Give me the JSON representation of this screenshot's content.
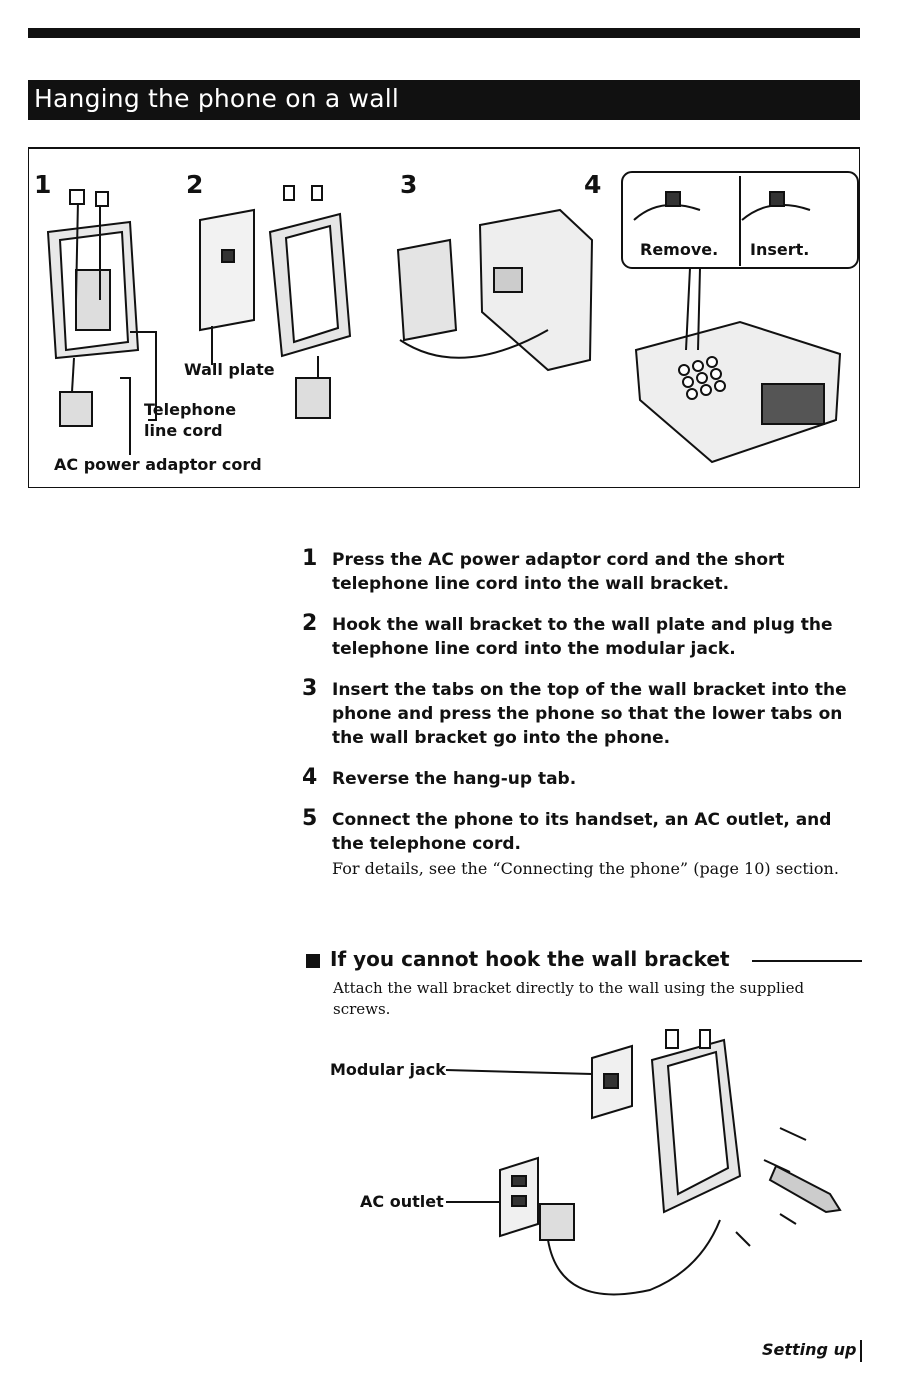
{
  "header": {
    "title": "Hanging the phone on a wall"
  },
  "figure": {
    "step_numbers": [
      "1",
      "2",
      "3",
      "4"
    ],
    "labels": {
      "wall_plate": "Wall plate",
      "telephone_line_cord_1": "Telephone",
      "telephone_line_cord_2": "line cord",
      "ac_power_adaptor_cord": "AC power adaptor cord",
      "remove": "Remove.",
      "insert": "Insert."
    }
  },
  "steps": [
    {
      "num": "1",
      "text": "Press the AC power adaptor cord and the short telephone line cord into the wall bracket."
    },
    {
      "num": "2",
      "text": "Hook the wall bracket to the wall plate and plug the telephone line cord into the modular jack."
    },
    {
      "num": "3",
      "text": "Insert the tabs on the top of the wall bracket into the phone and press the phone so that the lower tabs on the wall bracket go into the phone."
    },
    {
      "num": "4",
      "text": "Reverse the hang-up tab."
    },
    {
      "num": "5",
      "text": "Connect the phone to its handset, an AC outlet, and the telephone cord.",
      "detail": "For details, see the “Connecting the phone” (page 10) section."
    }
  ],
  "subsection": {
    "heading": "If you cannot hook the wall bracket",
    "description": "Attach the wall bracket directly to the wall using the supplied screws.",
    "labels": {
      "modular_jack": "Modular jack",
      "ac_outlet": "AC outlet"
    }
  },
  "footer": {
    "section": "Setting up"
  }
}
